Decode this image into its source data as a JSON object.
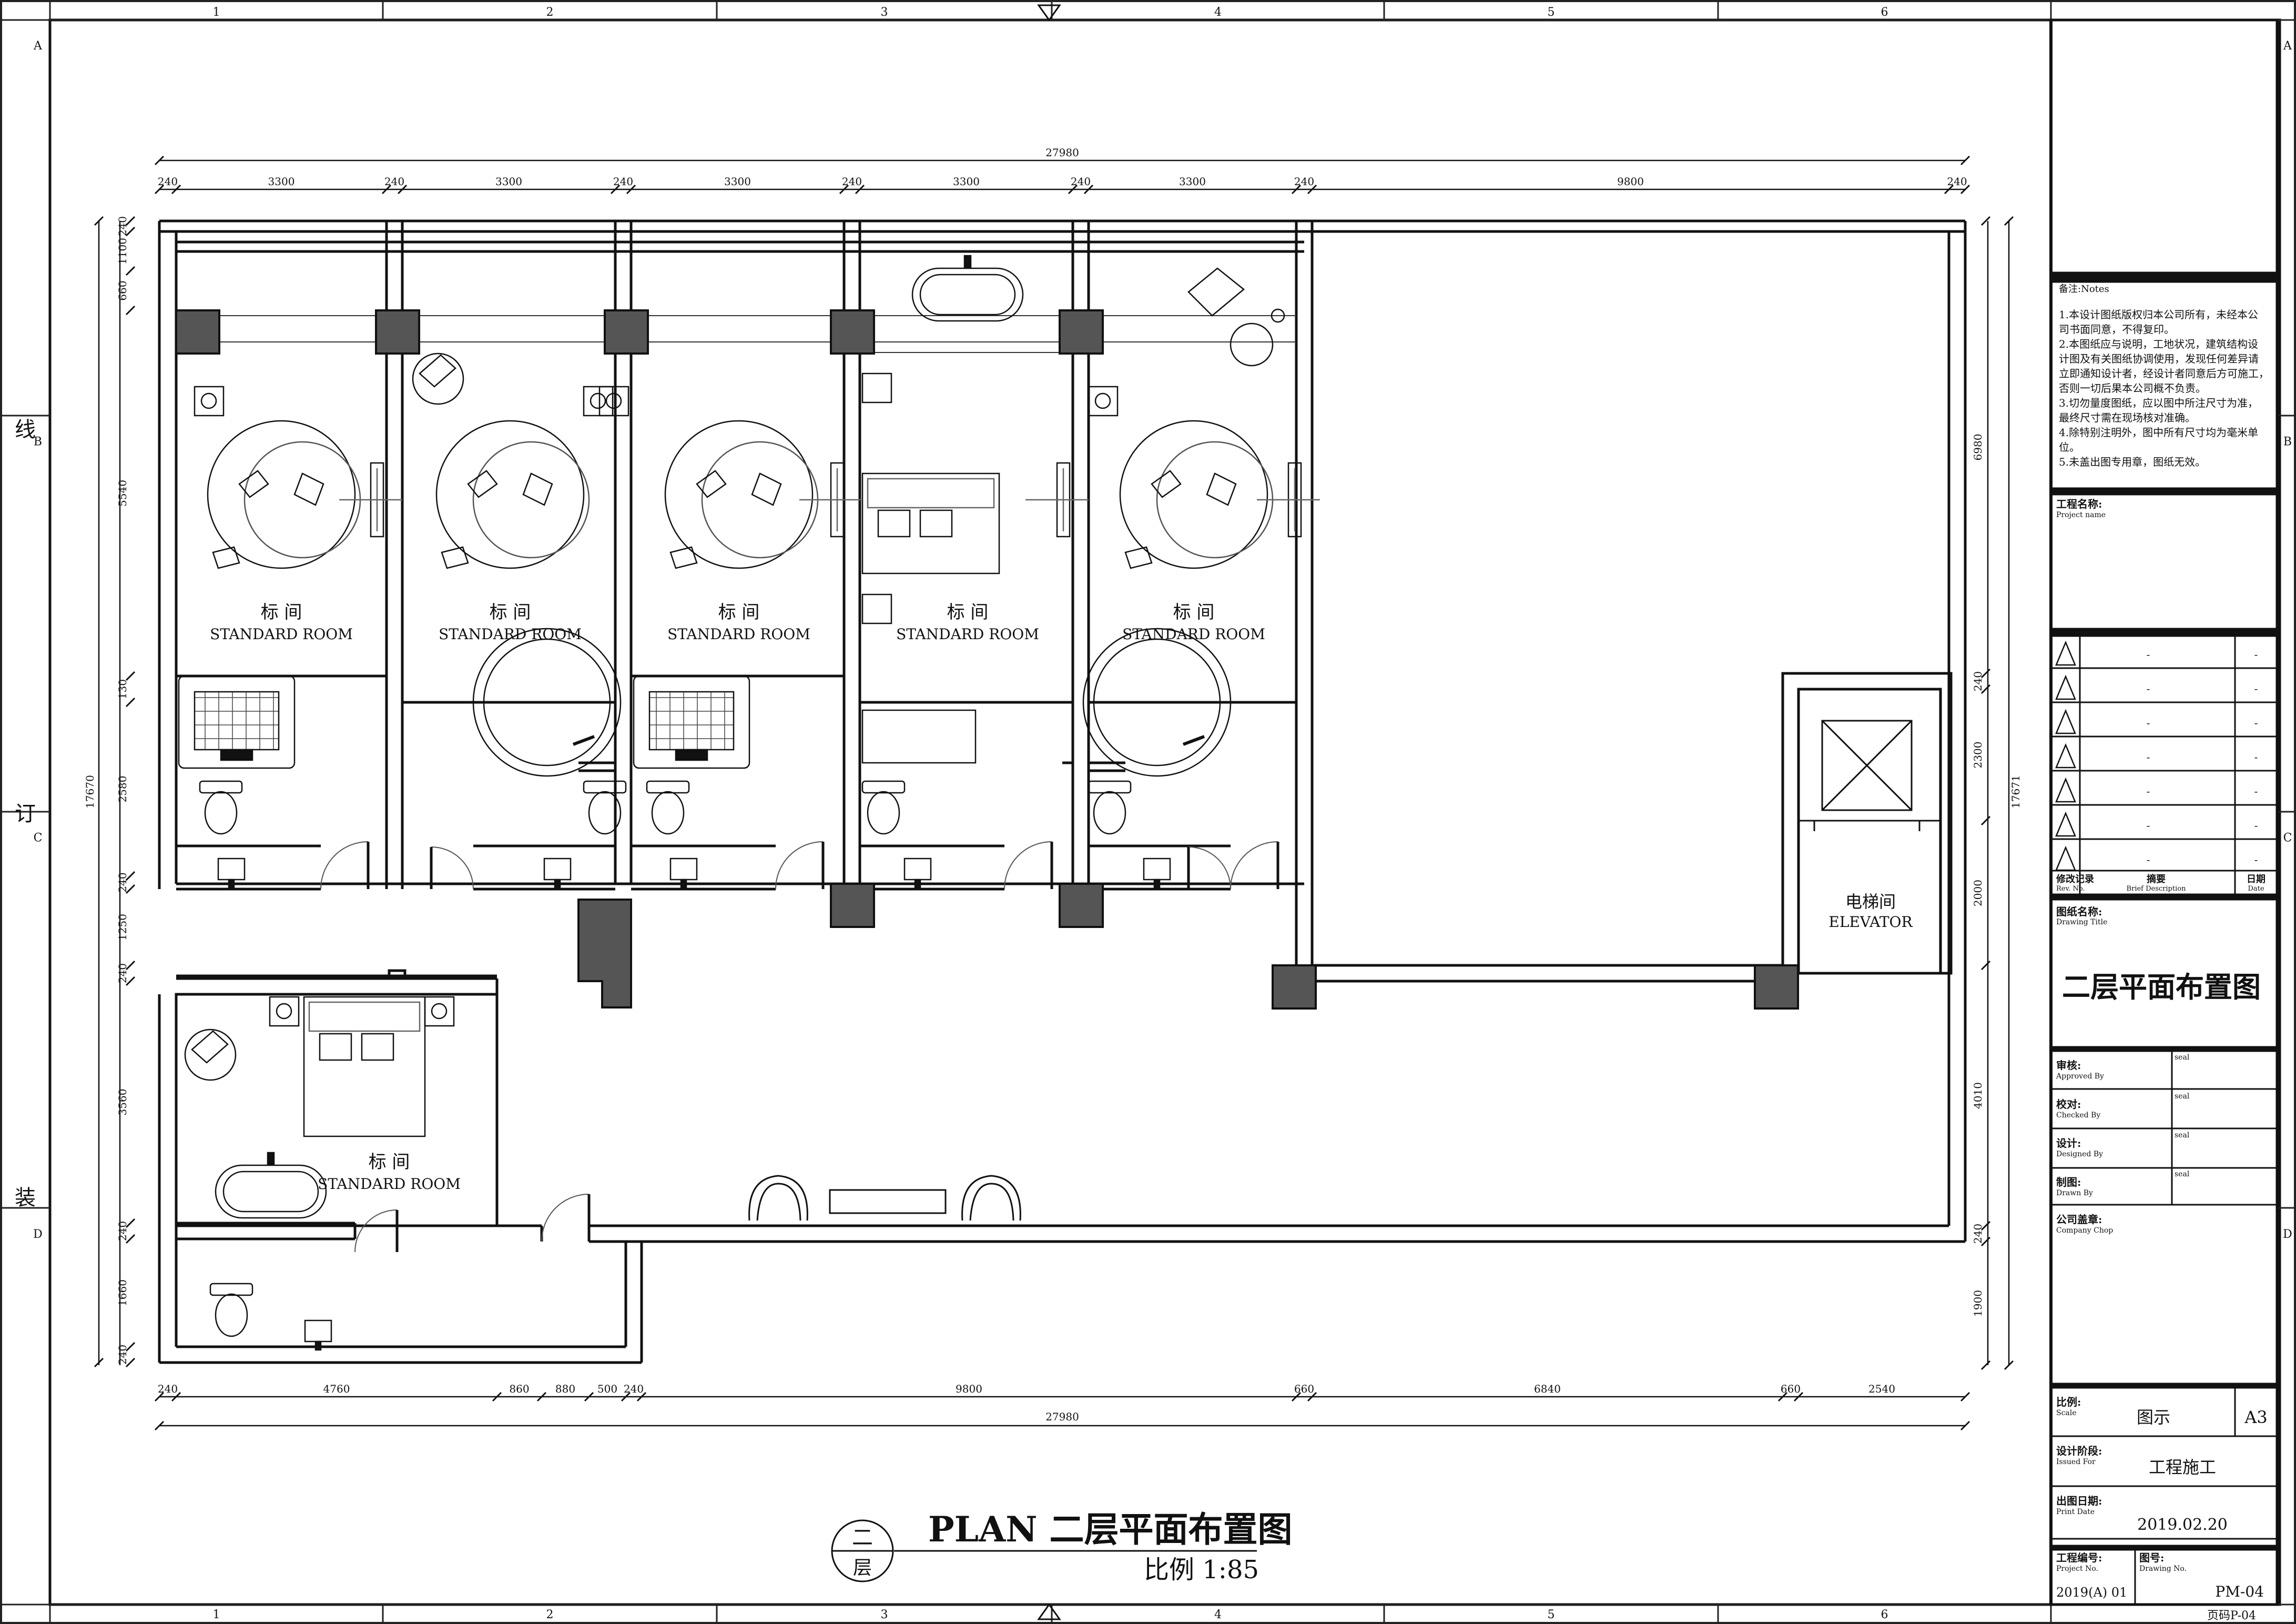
{
  "sheet": {
    "grid_columns": [
      "1",
      "2",
      "3",
      "4",
      "5",
      "6"
    ],
    "grid_rows": [
      "A",
      "B",
      "C",
      "D"
    ],
    "binding_marks": [
      "线",
      "订",
      "装"
    ]
  },
  "dimensions": {
    "top_total": "27980",
    "top_segments": [
      "240",
      "3300",
      "240",
      "3300",
      "240",
      "3300",
      "240",
      "3300",
      "240",
      "3300",
      "240",
      "9800",
      "240"
    ],
    "bottom_total": "27980",
    "bottom_segments": [
      "240",
      "4760",
      "860",
      "880",
      "500",
      "240",
      "9800",
      "660",
      "6840",
      "660",
      "2540"
    ],
    "left_total": "17670",
    "left_segments": [
      "240",
      "1100",
      "660",
      "5540",
      "130",
      "2580",
      "240",
      "1250",
      "240",
      "3560",
      "240",
      "1660",
      "240"
    ],
    "right_total": "17671",
    "right_segments": [
      "6980",
      "240",
      "2300",
      "2000",
      "4010",
      "240",
      "1900"
    ]
  },
  "rooms": {
    "room_cn": "标 间",
    "room_en": "STANDARD ROOM",
    "elevator_cn": "电梯间",
    "elevator_en": "ELEVATOR"
  },
  "title": {
    "floor_top": "二",
    "floor_bottom": "层",
    "main": "PLAN 二层平面布置图",
    "scale": "比例 1:85"
  },
  "title_block": {
    "notes_label": "备注:Notes",
    "notes": [
      "1.本设计图纸版权归本公司所有，未经本公",
      "司书面同意，不得复印。",
      "2.本图纸应与说明，工地状况，建筑结构设",
      "计图及有关图纸协调使用，发现任何差异请",
      "立即通知设计者，经设计者同意后方可施工，",
      "否则一切后果本公司概不负责。",
      "3.切勿量度图纸，应以图中所注尺寸为准，",
      "最终尺寸需在现场核对准确。",
      "4.除特别注明外，图中所有尺寸均为毫米单",
      "位。",
      "5.未盖出图专用章，图纸无效。"
    ],
    "project_name_label": "工程名称:",
    "project_name_en": "Project name",
    "revisions": [
      {
        "mark": "-",
        "date": "-"
      },
      {
        "mark": "-",
        "date": "-"
      },
      {
        "mark": "-",
        "date": "-"
      },
      {
        "mark": "-",
        "date": "-"
      },
      {
        "mark": "-",
        "date": "-"
      },
      {
        "mark": "-",
        "date": "-"
      },
      {
        "mark": "-",
        "date": "-"
      }
    ],
    "rev_header": {
      "rev": "修改记录",
      "rev_en": "Rev.  No.",
      "desc": "摘要",
      "desc_en": "Brief Description",
      "date": "日期",
      "date_en": "Date"
    },
    "drawing_title_label": "图纸名称:",
    "drawing_title_en": "Drawing Title",
    "drawing_title": "二层平面布置图",
    "signoffs": [
      {
        "label": "审核:",
        "en": "Approved By",
        "seal": "seal"
      },
      {
        "label": "校对:",
        "en": "Checked By",
        "seal": "seal"
      },
      {
        "label": "设计:",
        "en": "Designed By",
        "seal": "seal"
      },
      {
        "label": "制图:",
        "en": "Drawn By",
        "seal": "seal"
      }
    ],
    "company_label": "公司盖章:",
    "company_en": "Company Chop",
    "scale_label": "比例:",
    "scale_en": "Scale",
    "scale_value": "图示",
    "paper_size": "A3",
    "issued_label": "设计阶段:",
    "issued_en": "Issued For",
    "issued_value": "工程施工",
    "print_date_label": "出图日期:",
    "print_date_en": "Print Date",
    "print_date": "2019.02.20",
    "project_no_label": "工程编号:",
    "project_no_en": "Project No.",
    "project_no": "2019(A) 01",
    "drawing_no_label": "图号:",
    "drawing_no_en": "Drawing No.",
    "drawing_no": "PM-04",
    "page_no": "页码P-04"
  }
}
